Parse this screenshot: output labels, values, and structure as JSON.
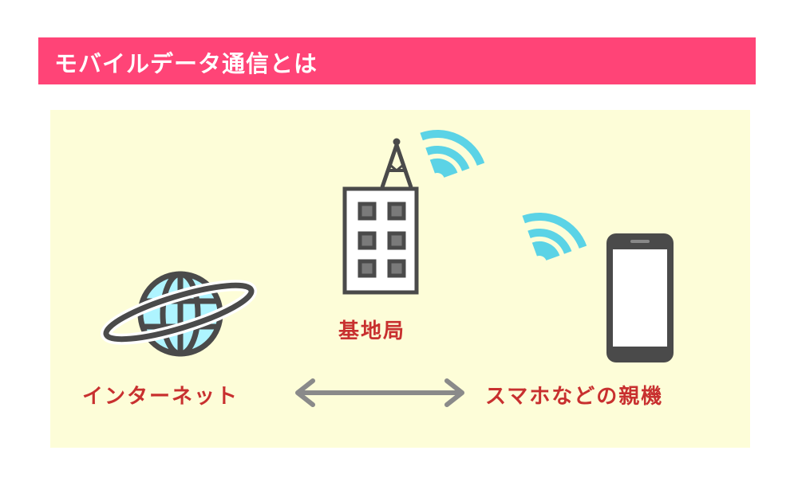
{
  "header": {
    "title": "モバイルデータ通信とは"
  },
  "diagram": {
    "nodes": [
      {
        "label": "インターネット",
        "icon": "globe-icon"
      },
      {
        "label": "基地局",
        "icon": "cell-tower-building-icon"
      },
      {
        "label": "スマホなどの親機",
        "icon": "smartphone-icon"
      }
    ],
    "connection": "bidirectional-arrow",
    "colors": {
      "header": "#ff4477",
      "panel": "#fdfdd8",
      "label": "#c8302f",
      "signal": "#5bd3e6",
      "outline": "#4a4a4a"
    }
  }
}
